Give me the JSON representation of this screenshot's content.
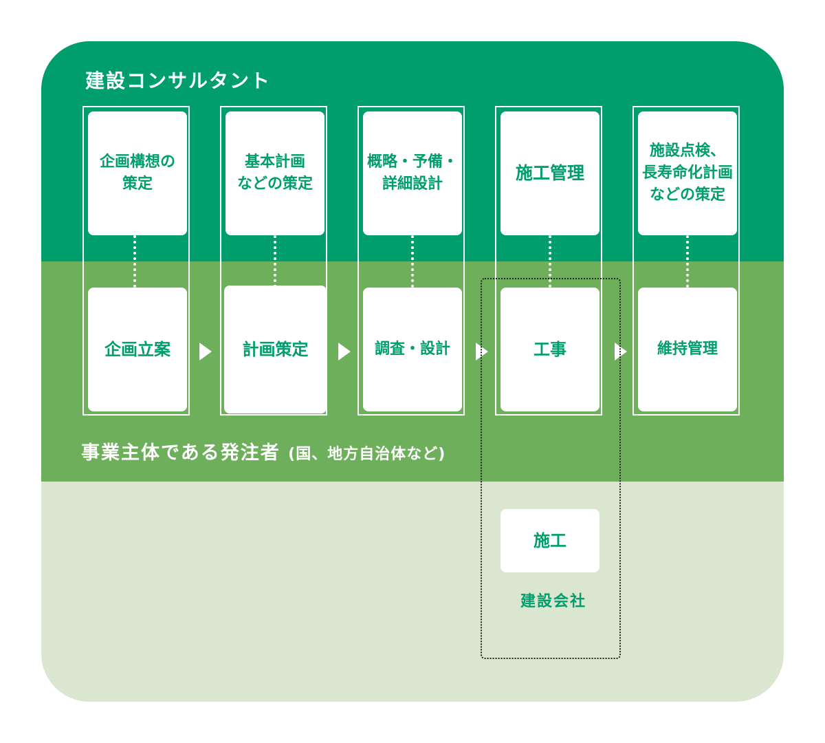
{
  "colors": {
    "consultant_band": "#009E6C",
    "client_band": "#6DAF5B",
    "contractor_band": "#DAE6CF",
    "text_green": "#009E6C"
  },
  "bands": {
    "consultant": "建設コンサルタント",
    "client_main": "事業主体である発注者",
    "client_sub": "(国、地方自治体など)",
    "contractor": "建設会社"
  },
  "stages": [
    {
      "consultant_task": "企画構想の\n策定",
      "client_task": "企画立案"
    },
    {
      "consultant_task": "基本計画\nなどの策定",
      "client_task": "計画策定"
    },
    {
      "consultant_task": "概略・予備・\n詳細設計",
      "client_task": "調査・設計"
    },
    {
      "consultant_task": "施工管理",
      "client_task": "工事"
    },
    {
      "consultant_task": "施設点検、\n長寿命化計画\nなどの策定",
      "client_task": "維持管理"
    }
  ],
  "contractor_task": "施工"
}
